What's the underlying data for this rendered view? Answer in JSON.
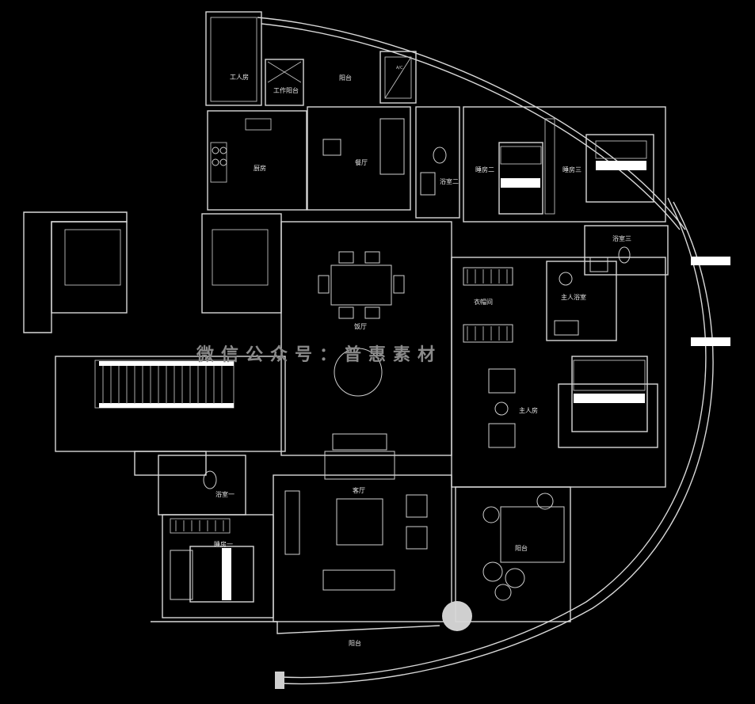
{
  "rooms": {
    "servant_room": "工人房",
    "work_balcony": "工作阳台",
    "balcony_north": "阳台",
    "kitchen": "厨房",
    "dining_nook": "餐厅",
    "bath_two": "浴室二",
    "bedroom_two": "睡房二",
    "bedroom_three": "睡房三",
    "bath_three": "浴室三",
    "master_bath": "主人浴室",
    "walk_in_closet": "衣帽间",
    "master_bedroom": "主人房",
    "dining": "饭厅",
    "living": "客厅",
    "bath_one": "浴室一",
    "bedroom_one": "睡房一",
    "balcony_garden": "阳台",
    "balcony_south": "阳台",
    "washer_tag": "A/C"
  },
  "watermark": "微信公众号：普惠素材"
}
